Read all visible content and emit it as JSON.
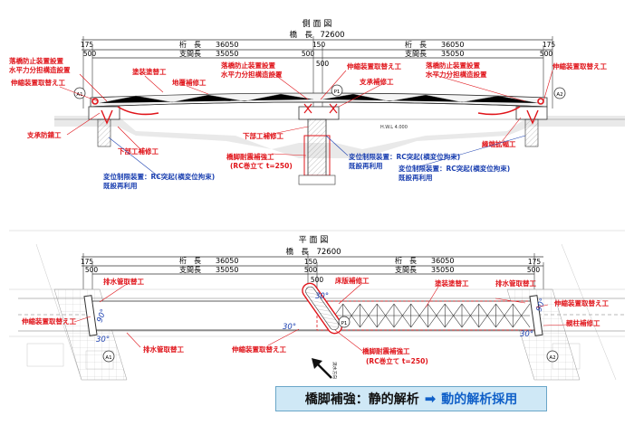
{
  "side": {
    "title": "側 面 図",
    "bridge_length": "橋　長　72600",
    "pier_spacing": "150",
    "left_span": {
      "label": "桁　長",
      "value": "36050",
      "sub_label": "支間長",
      "sub_value": "35050"
    },
    "right_span": {
      "label": "桁　長",
      "value": "36050",
      "sub_label": "支間長",
      "sub_value": "35050"
    },
    "dims": {
      "d175": "175",
      "d500": "500"
    },
    "abut_left": "A1",
    "abut_right": "A2",
    "pier": "P1",
    "hwl": "H.W.L 4.000",
    "notes_red": [
      "落橋防止装置設置",
      "水平力分担構造設置",
      "伸縮装置取替え工",
      "塗装塗替工",
      "地覆補修工",
      "落橋防止装置設置",
      "水平力分担構造設置",
      "伸縮装置取替え工",
      "落橋防止装置設置",
      "水平力分担構造設置",
      "伸縮装置取替え工",
      "支承補修工",
      "支承防錆工",
      "下部工補修工",
      "下部工補修工",
      "橋脚耐震補強工",
      "(RC巻立て t=250)",
      "縁端拡幅工"
    ],
    "notes_blue": [
      "変位制限装置：RC突起(横変位拘束)",
      "既設再利用",
      "変位制限装置：RC突起(横変位拘束)",
      "既設再利用",
      "変位制限装置：RC突起(横変位拘束)",
      "既設再利用"
    ]
  },
  "plan": {
    "title": "平 面 図",
    "bridge_length": "橋　長　72600",
    "pier_spacing": "150",
    "left_span": {
      "label": "桁　長",
      "value": "36050",
      "sub_label": "支間長",
      "sub_value": "35050"
    },
    "right_span": {
      "label": "桁　長",
      "value": "36050",
      "sub_label": "支間長",
      "sub_value": "35050"
    },
    "dims": {
      "d175": "175",
      "d500": "500"
    },
    "abut_left": "A1",
    "abut_right": "A2",
    "pier": "P1",
    "flow": "流\n水\n方\n向",
    "flow_text": "流水方向",
    "angles": [
      "90°",
      "30°",
      "30°",
      "30°",
      "90°",
      "30°"
    ],
    "notes_red": [
      "排水管取替工",
      "床版補修工",
      "塗装塗替工",
      "排水管取替工",
      "伸縮装置取替え工",
      "伸縮装置取替え工",
      "親柱補修工",
      "排水管取替工",
      "伸縮装置取替え工",
      "橋脚耐震補強工",
      "(RC巻立て t=250)"
    ]
  },
  "banner": {
    "left": "橋脚補強：静的解析",
    "arrow": "➡",
    "right": "動的解析採用"
  },
  "colors": {
    "red_note": "#e0151b",
    "blue_note": "#1a3fb0",
    "banner_bg": "#cfe8f6",
    "line": "#333333"
  }
}
